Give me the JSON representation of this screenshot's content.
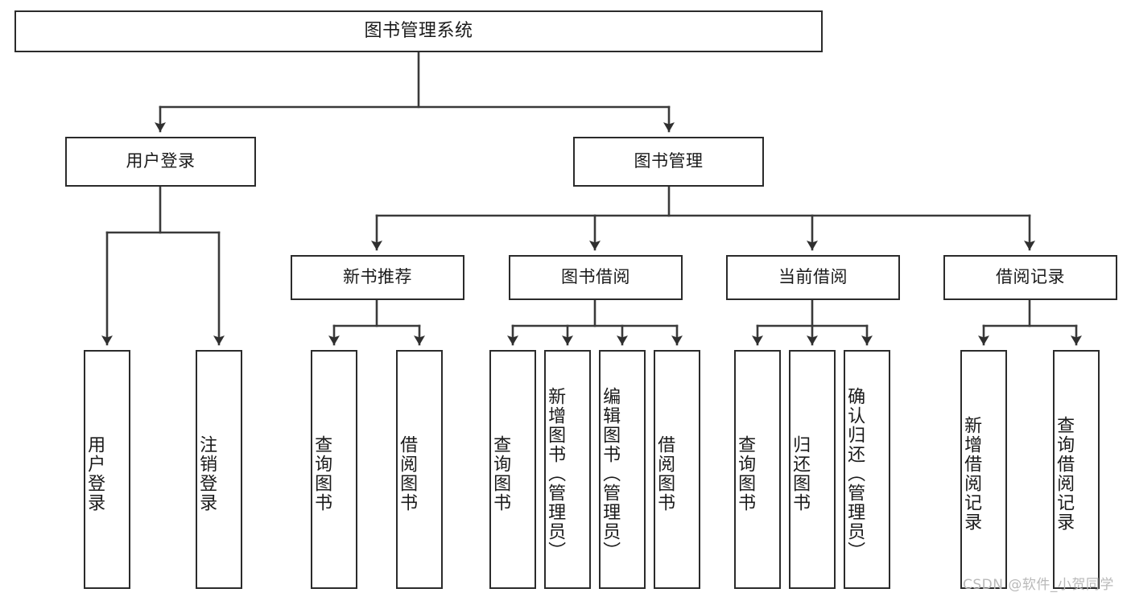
{
  "diagram": {
    "title": "图书管理系统",
    "type": "tree-hierarchy-chart",
    "orientation": "top-down",
    "colors": {
      "box_border": "#2b2b2b",
      "box_fill": "#ffffff",
      "edge": "#3a3a3a",
      "text": "#1a1a1a",
      "watermark": "#b9b9b9",
      "background": "#ffffff"
    }
  },
  "root": {
    "label": "图书管理系统"
  },
  "level1": [
    {
      "label": "用户登录"
    },
    {
      "label": "图书管理"
    }
  ],
  "level2": [
    {
      "label": "新书推荐"
    },
    {
      "label": "图书借阅"
    },
    {
      "label": "当前借阅"
    },
    {
      "label": "借阅记录"
    }
  ],
  "leaves": {
    "user_login": [
      {
        "label": "用户登录"
      },
      {
        "label": "注销登录"
      }
    ],
    "new_book_recommend": [
      {
        "label": "查询图书"
      },
      {
        "label": "借阅图书"
      }
    ],
    "book_borrow": [
      {
        "label": "查询图书"
      },
      {
        "label": "新增图书（管理员）"
      },
      {
        "label": "编辑图书（管理员）"
      },
      {
        "label": "借阅图书"
      }
    ],
    "current_borrow": [
      {
        "label": "查询图书"
      },
      {
        "label": "归还图书"
      },
      {
        "label": "确认归还（管理员）"
      }
    ],
    "borrow_record": [
      {
        "label": "新增借阅记录"
      },
      {
        "label": "查询借阅记录"
      }
    ]
  },
  "watermark": {
    "text": "CSDN @软件_小贺同学"
  }
}
